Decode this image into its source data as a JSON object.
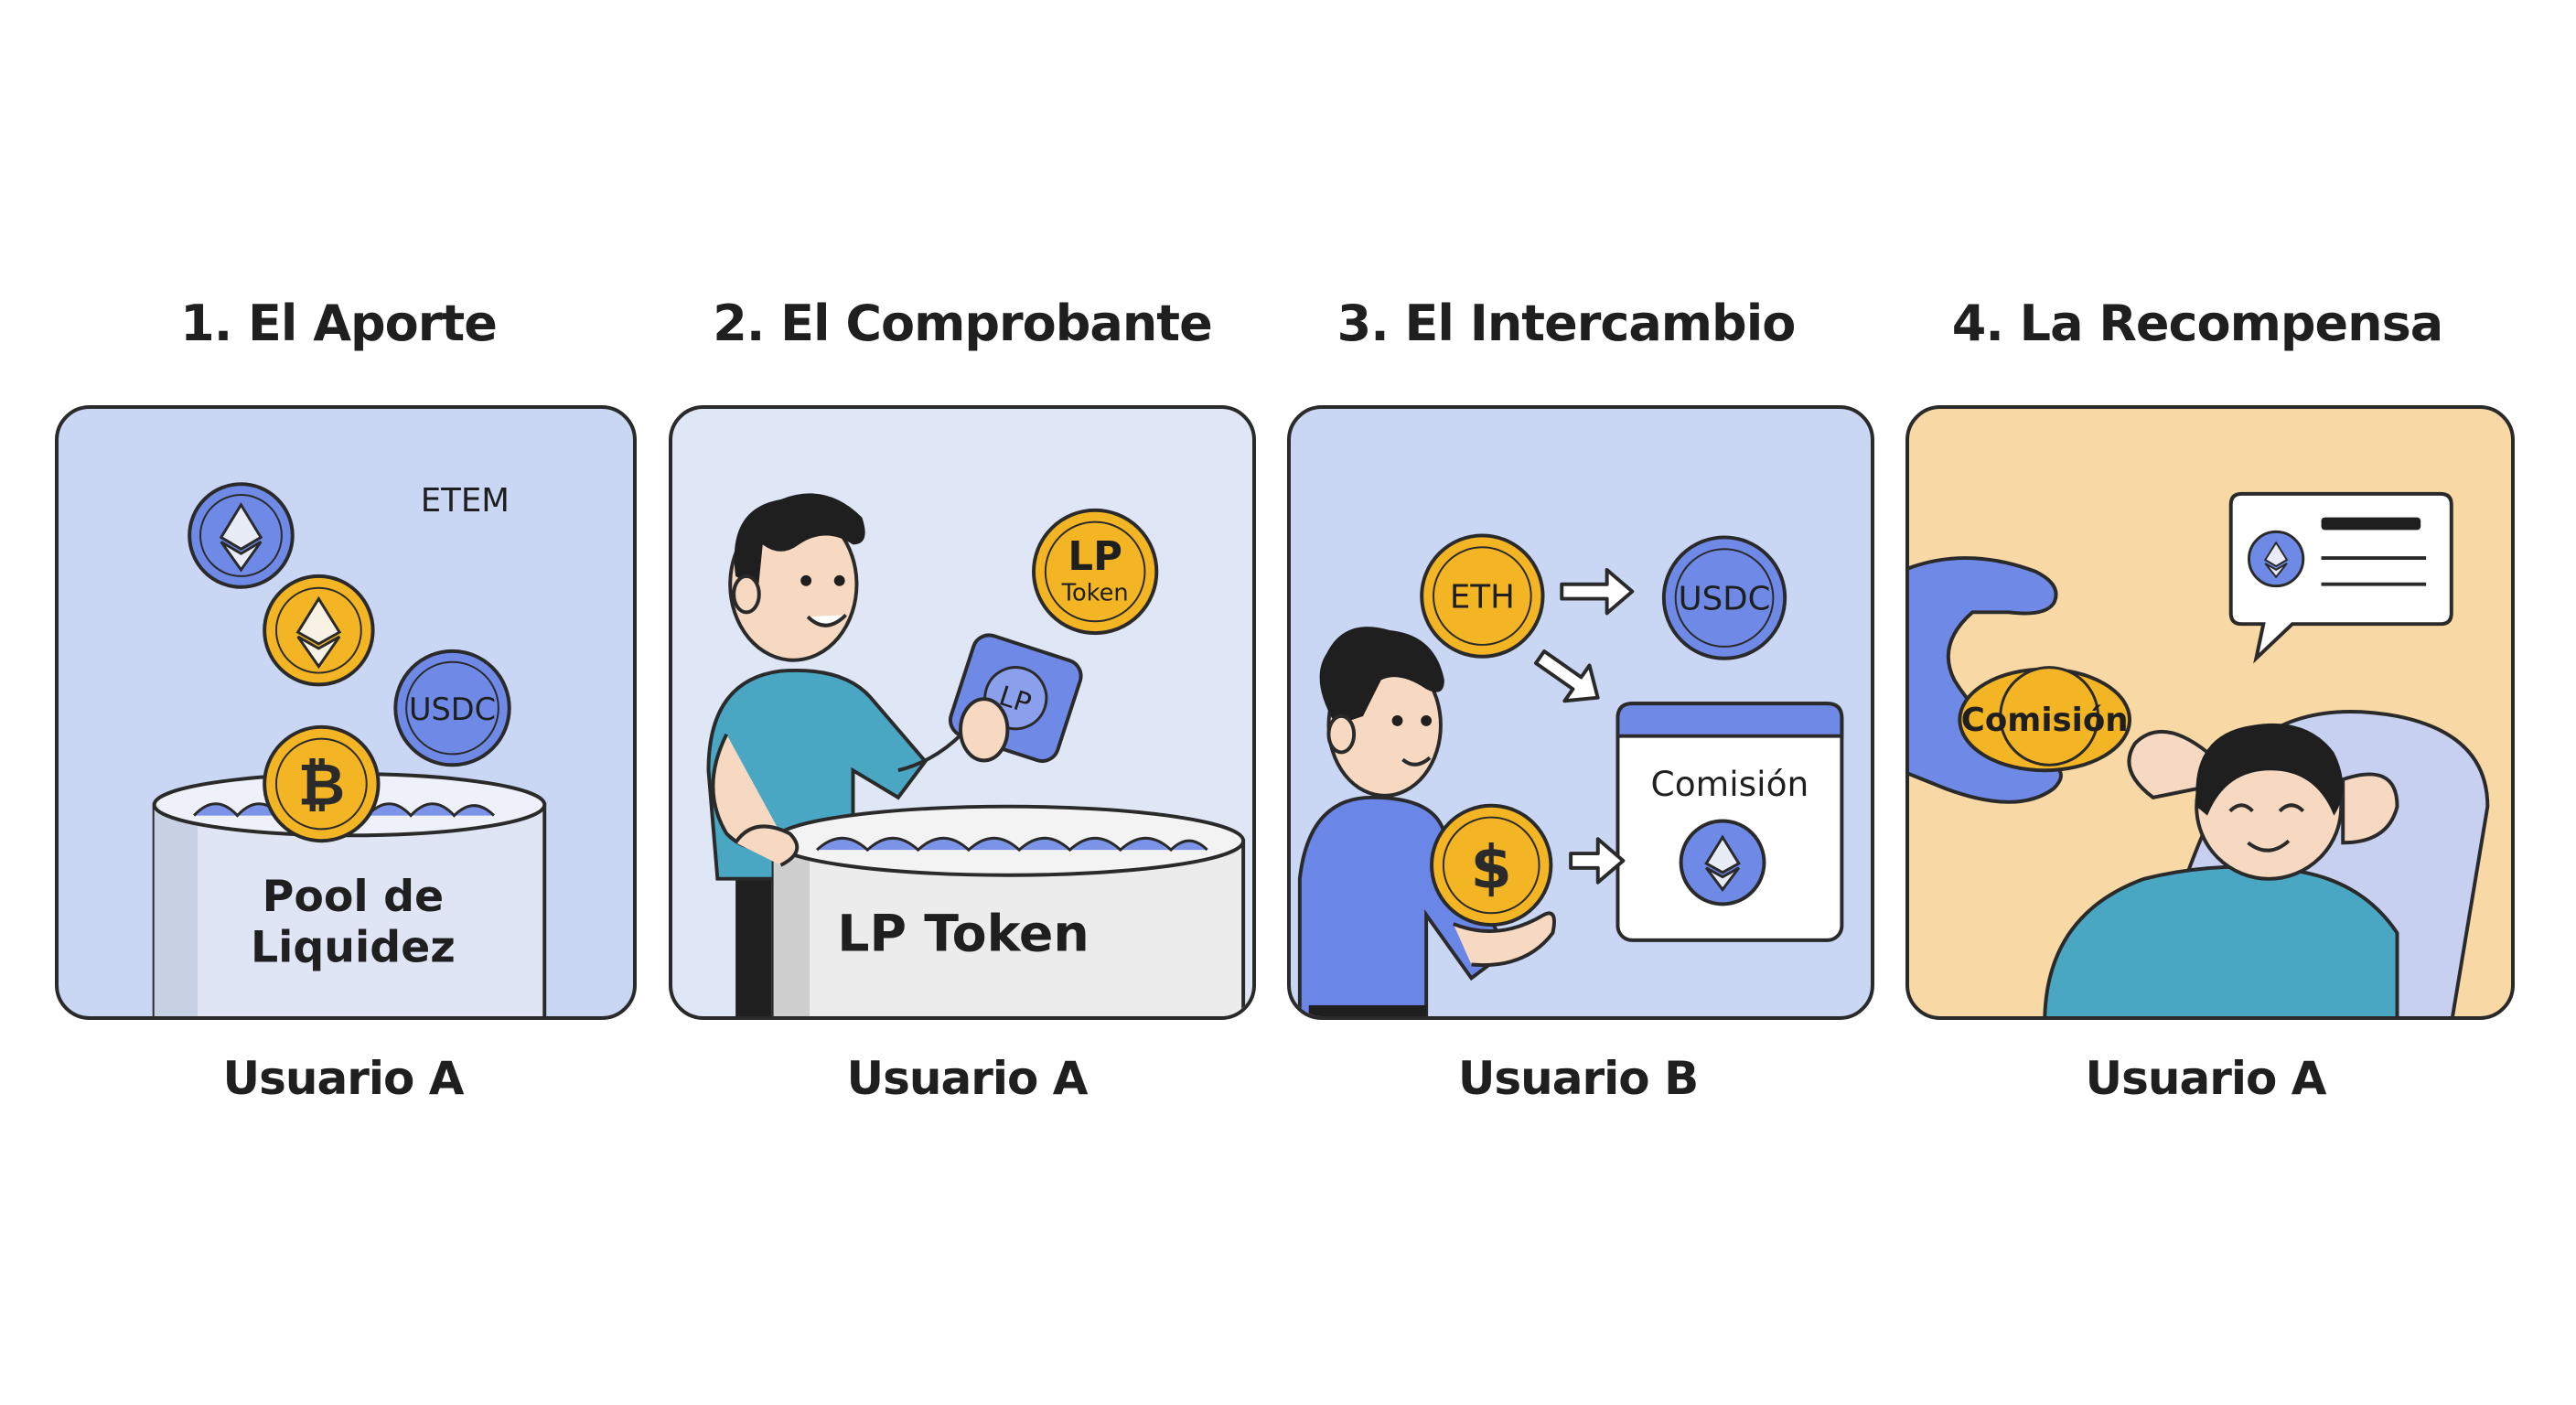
{
  "colors": {
    "panel_blue": "#c9d6f4",
    "panel_light": "#dfe6f6",
    "panel_peach": "#f8d8a4",
    "coin_blue": "#6f8ae6",
    "coin_gold": "#f4b524",
    "shirt_teal": "#49a7c4",
    "shirt_blue": "#6a86e6",
    "outline": "#2a2a2a"
  },
  "steps": [
    {
      "title": "1. El Aporte",
      "caption": "Usuario A",
      "icons": [
        "eth-coin-icon",
        "eth-coin-icon",
        "usdc-coin-icon",
        "bitcoin-coin-icon",
        "pool-jar-icon"
      ],
      "labels": {
        "floating": "ETEM",
        "usdc": "USDC",
        "pool_line1": "Pool de",
        "pool_line2": "Liquidez"
      }
    },
    {
      "title": "2. El Comprobante",
      "caption": "Usuario A",
      "icons": [
        "person-icon",
        "lp-card-icon",
        "lp-token-coin-icon",
        "pool-jar-icon"
      ],
      "labels": {
        "coin_line1": "LP",
        "coin_line2": "Token",
        "card": "LP",
        "jar": "LP Token"
      }
    },
    {
      "title": "3. El Intercambio",
      "caption": "Usuario B",
      "icons": [
        "person-icon",
        "dollar-coin-icon",
        "arrow-right-icon",
        "arrow-down-right-icon",
        "arrow-right-icon",
        "eth-coin-icon",
        "usdc-coin-icon"
      ],
      "labels": {
        "eth": "ETH",
        "usdc": "USDC",
        "fee_box": "Comisión"
      }
    },
    {
      "title": "4. La Recompensa",
      "caption": "Usuario A",
      "icons": [
        "hand-icon",
        "fee-coin-icon",
        "chat-bubble-icon",
        "eth-coin-icon",
        "relaxing-person-icon"
      ],
      "labels": {
        "fee_coin": "Comisión"
      }
    }
  ]
}
